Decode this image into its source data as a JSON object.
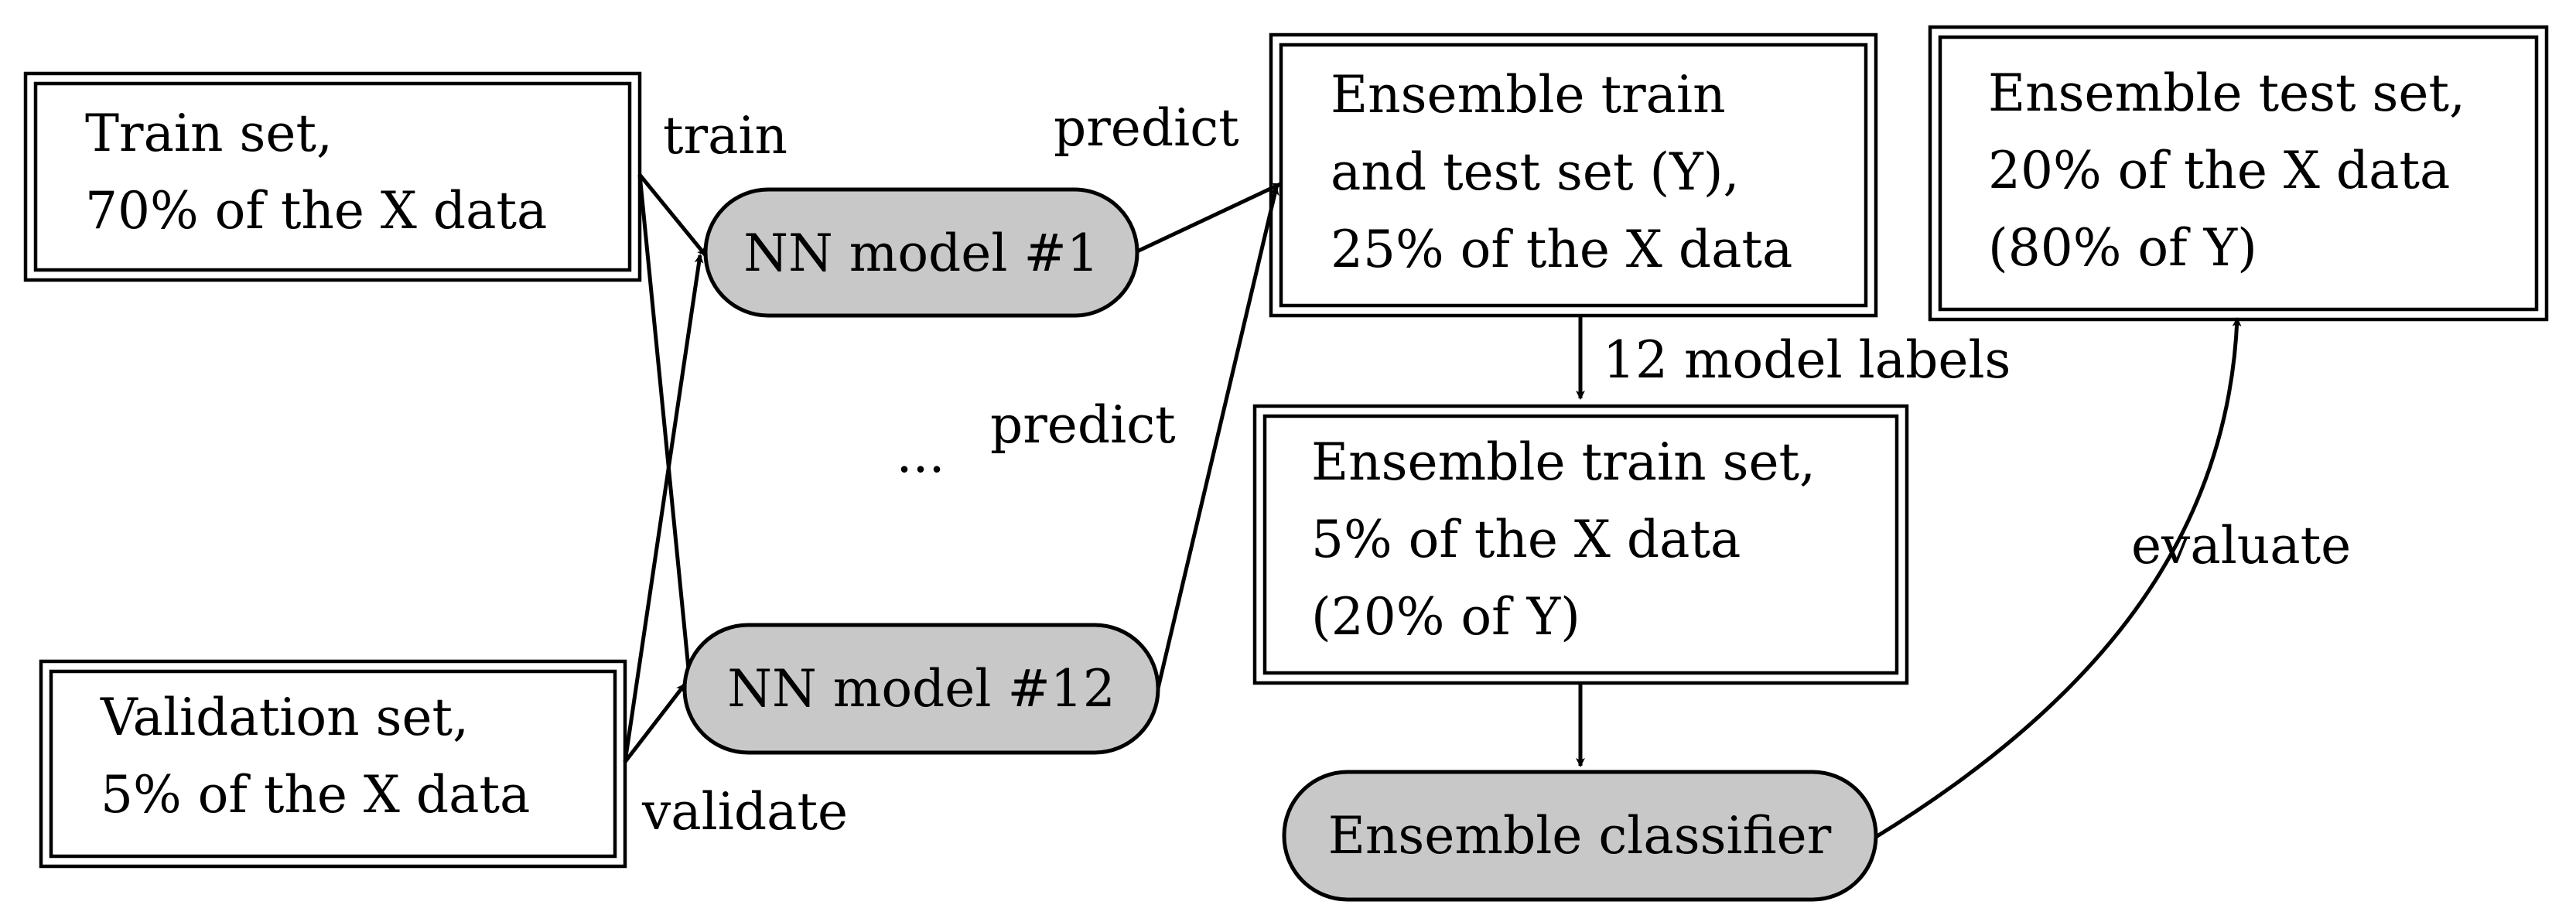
{
  "nodes": {
    "train_set": {
      "line1": "Train set,",
      "line2": "70% of the X data"
    },
    "validation_set": {
      "line1": "Validation set,",
      "line2": "5% of the X data"
    },
    "nn_model_1": {
      "label": "NN model #1"
    },
    "nn_model_12": {
      "label": "NN model #12"
    },
    "ellipsis": {
      "label": "..."
    },
    "ensemble_train_test": {
      "line1": "Ensemble train",
      "line2": "and test set (Y),",
      "line3": "25% of the X data"
    },
    "ensemble_test": {
      "line1": "Ensemble test set,",
      "line2": "20% of the X data",
      "line3": "(80% of Y)"
    },
    "ensemble_train": {
      "line1": "Ensemble train set,",
      "line2": "5% of the X data",
      "line3": "(20% of Y)"
    },
    "ensemble_classifier": {
      "label": "Ensemble classifier"
    }
  },
  "edge_labels": {
    "train": "train",
    "validate": "validate",
    "predict_1": "predict",
    "predict_2": "predict",
    "model_labels": "12 model labels",
    "evaluate": "evaluate"
  },
  "colors": {
    "model_fill": "#c8c8c8",
    "stroke": "#000000",
    "background": "#ffffff"
  }
}
